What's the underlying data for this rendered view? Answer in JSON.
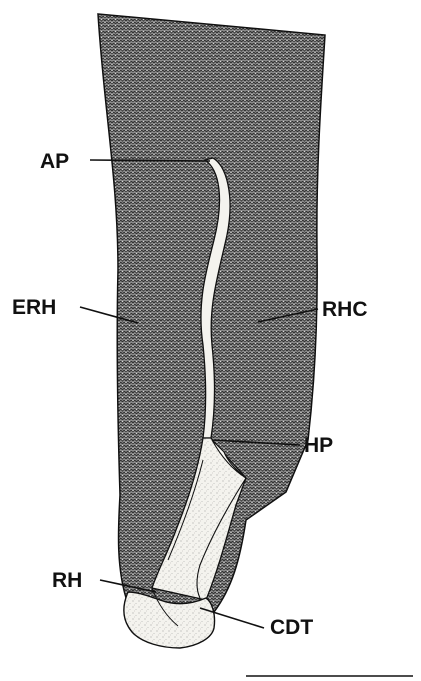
{
  "figure": {
    "labels": {
      "ap": "AP",
      "erh": "ERH",
      "rhc": "RHC",
      "hp": "HP",
      "rh": "RH",
      "cdt": "CDT"
    },
    "colors": {
      "background": "#ffffff",
      "ink": "#111111",
      "scale_tissue": "#6b6b6b",
      "groove": "#f4f3ee"
    },
    "scale_bar_present": true
  }
}
